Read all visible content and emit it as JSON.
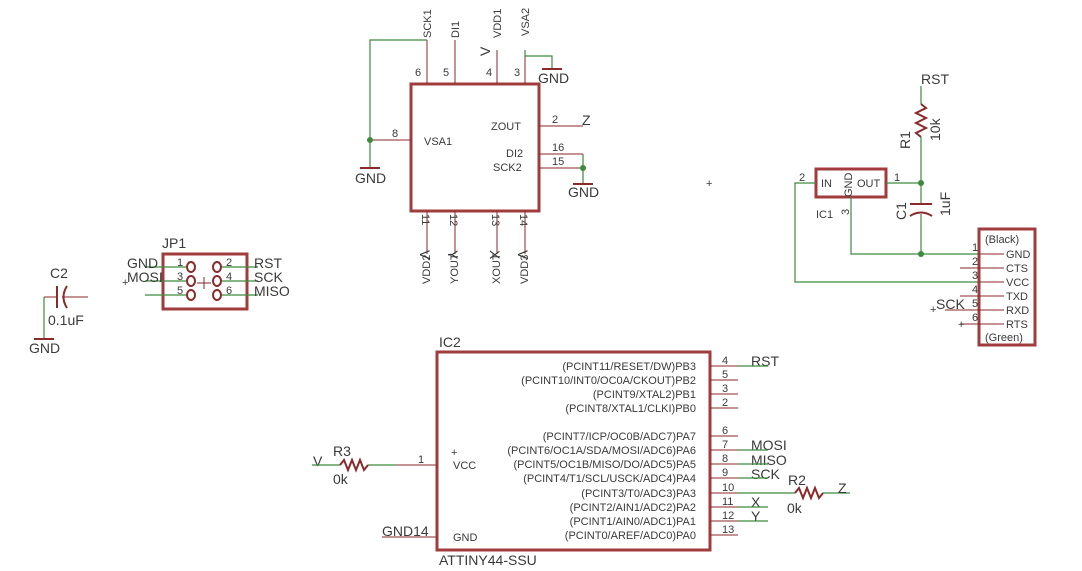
{
  "vsa1": {
    "name": "VSA1",
    "zout": "ZOUT",
    "di2": "DI2",
    "sck2": "SCK2",
    "pins": {
      "p6": "6",
      "p5": "5",
      "p4": "4",
      "p3": "3",
      "p8": "8",
      "p2": "2",
      "p16": "16",
      "p15": "15",
      "p11": "11",
      "p12": "12",
      "p13": "13",
      "p14": "14"
    },
    "nets": {
      "sck1": "SCK1",
      "di1": "DI1",
      "vdd1": "VDD1",
      "vsa2": "VSA2",
      "vdd2": "VDD2",
      "yout": "YOUT",
      "xout": "XOUT",
      "vdd3": "VDD3"
    }
  },
  "sym": {
    "v": "V",
    "gnd": "GND",
    "z": "Z",
    "y": "Y",
    "x": "X",
    "rst": "RST",
    "sck": "SCK",
    "mosi": "MOSI",
    "miso": "MISO",
    "gnd14": "GND14"
  },
  "jp1": {
    "name": "JP1",
    "pins": [
      "1",
      "2",
      "3",
      "4",
      "5",
      "6"
    ]
  },
  "c2": {
    "name": "C2",
    "value": "0.1uF"
  },
  "r1": {
    "name": "R1",
    "value": "10k"
  },
  "c1": {
    "name": "C1",
    "value": "1uF"
  },
  "ic1": {
    "name": "IC1",
    "in": "IN",
    "gnd": "GND",
    "out": "OUT",
    "p1": "1",
    "p2": "2",
    "p3": "3"
  },
  "conn": {
    "top": "(Black)",
    "bottom": "(Green)",
    "labels": [
      "GND",
      "CTS",
      "VCC",
      "TXD",
      "RXD",
      "RTS"
    ],
    "pins": [
      "1",
      "2",
      "3",
      "4",
      "5",
      "6"
    ]
  },
  "ic2": {
    "name": "IC2",
    "part": "ATTINY44-SSU",
    "vcc": "VCC",
    "gnd": "GND",
    "vcc_pin": "1",
    "pins": [
      {
        "label": "(PCINT11/RESET/DW)PB3",
        "num": "4"
      },
      {
        "label": "(PCINT10/INT0/OC0A/CKOUT)PB2",
        "num": "5"
      },
      {
        "label": "(PCINT9/XTAL2)PB1",
        "num": "3"
      },
      {
        "label": "(PCINT8/XTAL1/CLKI)PB0",
        "num": "2"
      },
      {
        "label": "(PCINT7/ICP/OC0B/ADC7)PA7",
        "num": "6"
      },
      {
        "label": "(PCINT6/OC1A/SDA/MOSI/ADC6)PA6",
        "num": "7"
      },
      {
        "label": "(PCINT5/OC1B/MISO/DO/ADC5)PA5",
        "num": "8"
      },
      {
        "label": "(PCINT4/T1/SCL/USCK/ADC4)PA4",
        "num": "9"
      },
      {
        "label": "(PCINT3/T0/ADC3)PA3",
        "num": "10"
      },
      {
        "label": "(PCINT2/AIN1/ADC2)PA2",
        "num": "11"
      },
      {
        "label": "(PCINT1/AIN0/ADC1)PA1",
        "num": "12"
      },
      {
        "label": "(PCINT0/AREF/ADC0)PA0",
        "num": "13"
      }
    ]
  },
  "r3": {
    "name": "R3",
    "value": "0k"
  },
  "r2": {
    "name": "R2",
    "value": "0k"
  }
}
